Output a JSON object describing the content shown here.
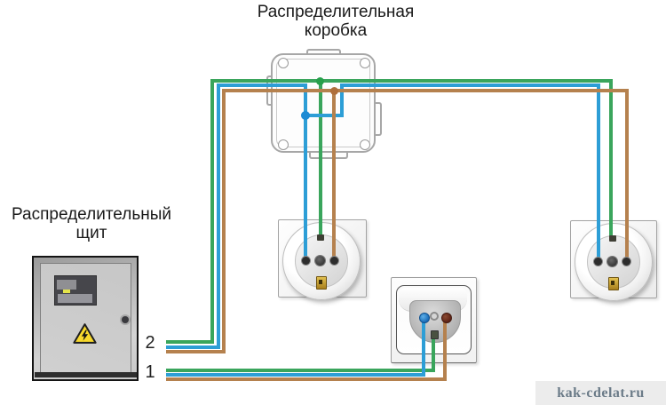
{
  "junction_box": {
    "title": "Распределительная коробка"
  },
  "panel": {
    "title": "Распределительный щит",
    "output_labels": [
      "2",
      "1"
    ]
  },
  "watermark": {
    "text": "kak-cdelat.ru"
  },
  "wire_colors": {
    "green": "#3aa55c",
    "blue": "#2d9ed6",
    "brown": "#b5814e"
  },
  "accent_colors": {
    "dot_green": "#27a04b",
    "dot_blue": "#1e8bd4",
    "dot_brown": "#ae6f3c",
    "warning_yellow": "#f8d92c",
    "watermark_text": "#6b7b88"
  },
  "icons": {
    "warning_triangle": "triangle-with-lightning-bolt"
  }
}
